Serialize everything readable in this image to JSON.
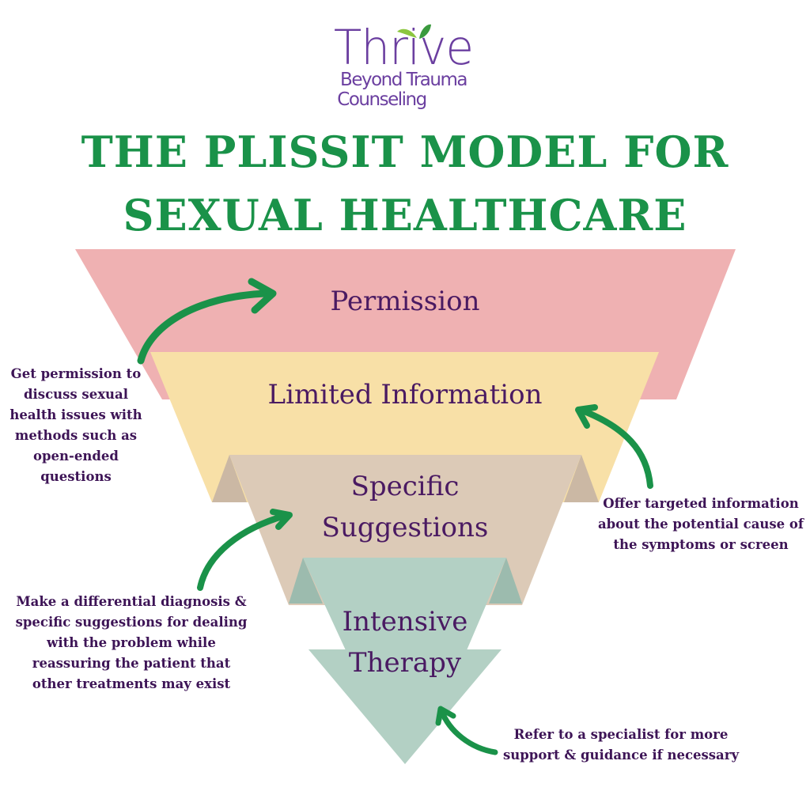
{
  "logo": {
    "name": "Thrive",
    "line2": "Beyond Trauma",
    "line3": "Counseling",
    "leaf_icon": "leaf-icon"
  },
  "title": {
    "line1": "THE PLISSIT MODEL FOR",
    "line2": "SEXUAL HEALTHCARE"
  },
  "tiers": [
    {
      "id": "permission",
      "label_lines": [
        "Permission"
      ],
      "color": "#efb1b2"
    },
    {
      "id": "limited-information",
      "label_lines": [
        "Limited Information"
      ],
      "color": "#f8e0a7"
    },
    {
      "id": "specific-suggestions",
      "label_lines": [
        "Specific",
        "Suggestions"
      ],
      "color": "#dccab7",
      "fold_color": "#cbb8a4"
    },
    {
      "id": "intensive-therapy",
      "label_lines": [
        "Intensive",
        "Therapy"
      ],
      "color": "#b3d0c4",
      "fold_color": "#9cbbae"
    }
  ],
  "notes": {
    "permission": [
      "Get permission to",
      "discuss sexual",
      "health issues with",
      "methods such as",
      "open-ended",
      "questions"
    ],
    "limited_information": [
      "Offer targeted information",
      "about the potential cause of",
      "the symptoms or screen"
    ],
    "specific_suggestions": [
      "Make a differential diagnosis &",
      "specific suggestions for dealing",
      "with the problem while",
      "reassuring the patient that",
      "other treatments may exist"
    ],
    "intensive_therapy": [
      "Refer to a specialist for more",
      "support & guidance if necessary"
    ]
  },
  "colors": {
    "title_green": "#1a9249",
    "arrow_green": "#1a9249",
    "text_purple": "#3d1456",
    "logo_purple": "#6b3fa0"
  }
}
